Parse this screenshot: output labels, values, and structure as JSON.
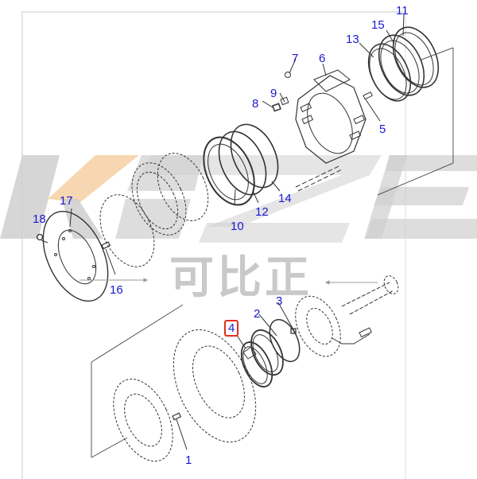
{
  "diagram": {
    "type": "exploded-parts-diagram",
    "subject": "transmission clutch / brake assembly",
    "highlighted_part": "4",
    "highlight_color": "#e0301e",
    "label_color": "#1a1ad0",
    "parts": [
      {
        "number": "1",
        "label": "1"
      },
      {
        "number": "2",
        "label": "2"
      },
      {
        "number": "3",
        "label": "3"
      },
      {
        "number": "4",
        "label": "4"
      },
      {
        "number": "5",
        "label": "5"
      },
      {
        "number": "6",
        "label": "6"
      },
      {
        "number": "7",
        "label": "7"
      },
      {
        "number": "8",
        "label": "8"
      },
      {
        "number": "9",
        "label": "9"
      },
      {
        "number": "10",
        "label": "10"
      },
      {
        "number": "11",
        "label": "11"
      },
      {
        "number": "12",
        "label": "12"
      },
      {
        "number": "13",
        "label": "13"
      },
      {
        "number": "14",
        "label": "14"
      },
      {
        "number": "15",
        "label": "15"
      },
      {
        "number": "16",
        "label": "16"
      },
      {
        "number": "17",
        "label": "17"
      },
      {
        "number": "18",
        "label": "18"
      }
    ]
  },
  "watermark": {
    "latin": "KBZE",
    "chinese": "可比正",
    "gray": "#c8c8c8",
    "accent": "#f6d3a8"
  }
}
